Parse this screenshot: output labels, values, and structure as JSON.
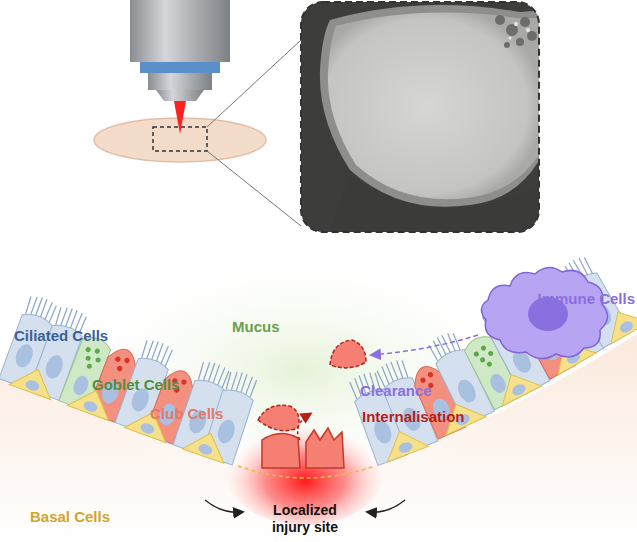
{
  "diagram": {
    "labels": [
      "Ciliated Cells",
      "Mucus",
      "Immune Cells",
      "Goblet Cells",
      "Clearance",
      "Club Cells",
      "Internalisation",
      "Basal Cells",
      "Localized injury site"
    ]
  }
}
